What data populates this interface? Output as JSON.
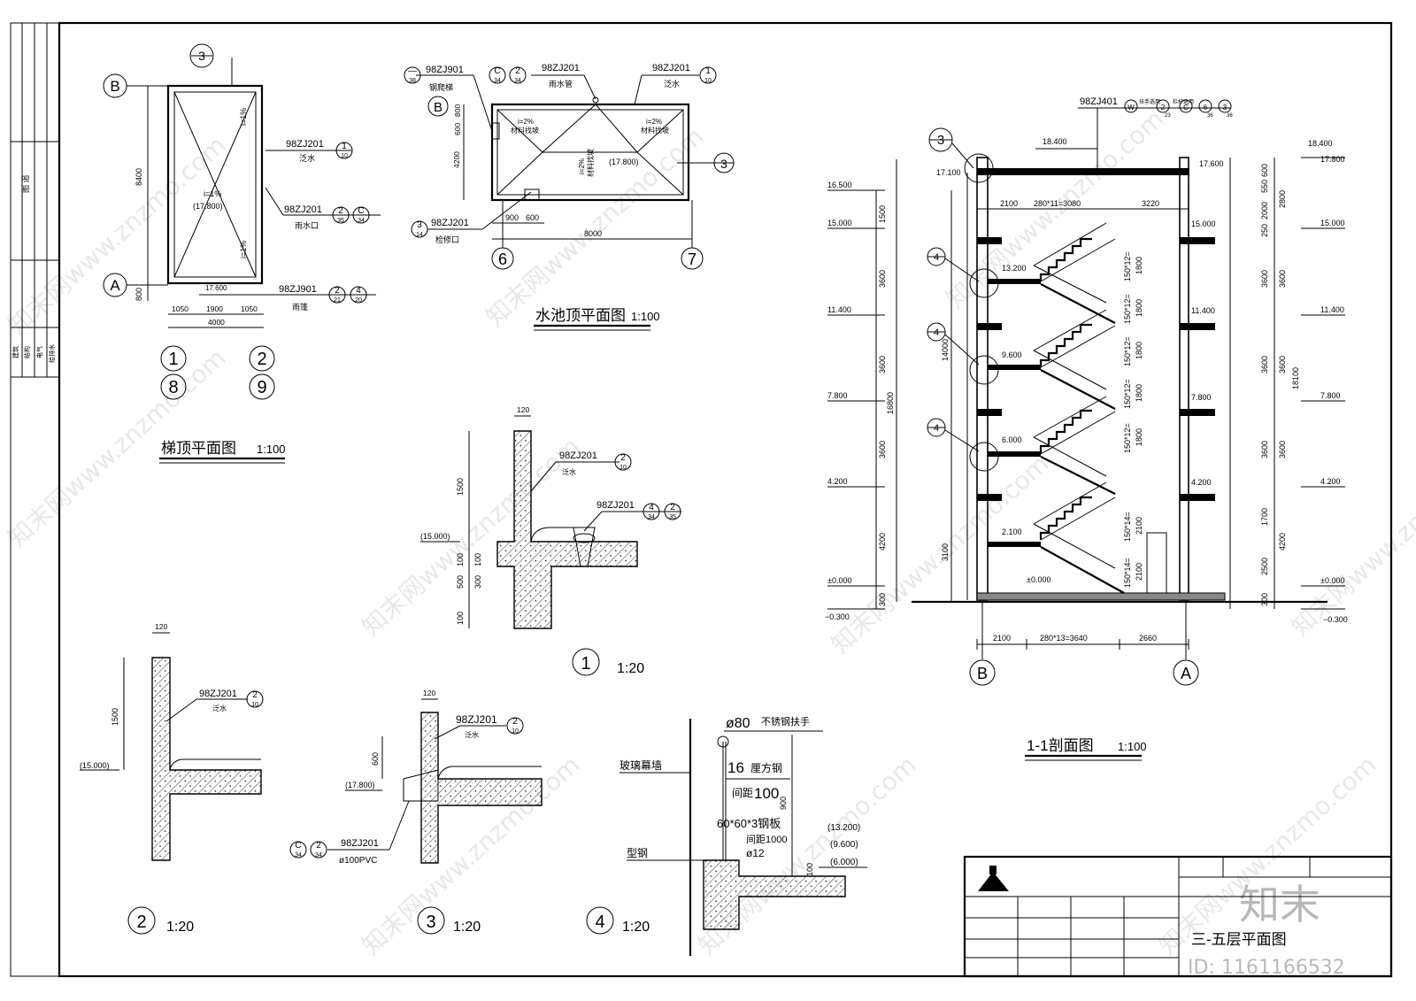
{
  "roof_plan": {
    "title": "梯顶平面图",
    "scale": "1:100",
    "axis_b": "B",
    "axis_a": "A",
    "axis_1": "1",
    "axis_2": "2",
    "axis_8": "8",
    "axis_9": "9",
    "slope1": "i=1%",
    "slope2": "i=1%",
    "slope3": "i=1%",
    "elev": "(17.800)",
    "elev_bottom": "17.600",
    "dim_height": "8400",
    "dim_800": "800",
    "dim_1050a": "1050",
    "dim_1900": "1900",
    "dim_1050b": "1050",
    "dim_4000": "4000",
    "ref_flash": "98ZJ201",
    "ref_flash_text": "泛水",
    "ref_flash_num": "1",
    "ref_flash_page": "10",
    "ref_drain": "98ZJ201",
    "ref_drain_text": "雨水口",
    "ref_drain_n1": "2",
    "ref_drain_p1": "35",
    "ref_drain_n2": "C",
    "ref_drain_p2": "34",
    "ref_canopy": "98ZJ901",
    "ref_canopy_text": "雨篷",
    "ref_canopy_n1": "2",
    "ref_canopy_p1": "21",
    "ref_canopy_n2": "4",
    "ref_canopy_p2": "20",
    "callout3": "3"
  },
  "tank_plan": {
    "title": "水池顶平面图",
    "scale": "1:100",
    "axis_b": "B",
    "axis_6": "6",
    "axis_7": "7",
    "ladder_ref": "98ZJ901",
    "ladder_text": "钢爬梯",
    "ladder_n": "—",
    "ladder_p": "38",
    "pipe_ref": "98ZJ201",
    "pipe_text": "雨水管",
    "pipe_n1": "C",
    "pipe_p1": "34",
    "pipe_n2": "2",
    "pipe_p2": "34",
    "flash_ref": "98ZJ201",
    "flash_text": "泛水",
    "flash_n": "1",
    "flash_p": "10",
    "hatch_ref": "98ZJ201",
    "hatch_text": "检修口",
    "hatch_n": "3",
    "hatch_p": "14",
    "slope_a": "i=2%",
    "slope_b": "i=2%",
    "slope_c": "i=2%",
    "mat": "材料找坡",
    "elev": "(17.800)",
    "dim_600": "600",
    "dim_800": "800",
    "dim_4200": "4200",
    "dim_900": "900",
    "dim_600b": "600",
    "dim_8000": "8000",
    "callout3": "3"
  },
  "detail1": {
    "label": "1",
    "scale": "1:20",
    "dim_120": "120",
    "dim_1500": "1500",
    "dim_100a": "100",
    "dim_100b": "100",
    "dim_300": "300",
    "dim_500": "500",
    "dim_100c": "100",
    "elev": "(15.000)",
    "ref_a": "98ZJ201",
    "ref_a_n": "2",
    "ref_a_p": "10",
    "ref_a_text": "泛水",
    "ref_b": "98ZJ201",
    "ref_b_n1": "4",
    "ref_b_p1": "34",
    "ref_b_n2": "2",
    "ref_b_p2": "35"
  },
  "detail2": {
    "label": "2",
    "scale": "1:20",
    "dim_120": "120",
    "dim_1500": "1500",
    "elev": "(15.000)",
    "ref": "98ZJ201",
    "ref_n": "2",
    "ref_p": "10",
    "ref_text": "泛水"
  },
  "detail3": {
    "label": "3",
    "scale": "1:20",
    "dim_120": "120",
    "dim_600": "600",
    "elev": "(17.800)",
    "ref": "98ZJ201",
    "ref_n": "2",
    "ref_p": "10",
    "ref_text": "泛水",
    "ref_b": "98ZJ201",
    "ref_b_n1": "C",
    "ref_b_p1": "34",
    "ref_b_n2": "2",
    "ref_b_p2": "34",
    "pvc": "ø100PVC"
  },
  "detail4": {
    "label": "4",
    "scale": "1:20",
    "handrail": "ø80",
    "handrail_text": "不锈钢扶手",
    "glass": "玻璃幕墙",
    "bar": "16",
    "bar_text": "厘方钢",
    "bar_spacing_label": "间距",
    "bar_spacing": "100",
    "plate": "60*60*3钢板",
    "plate_spacing": "间距1000",
    "plate_bar": "ø12",
    "steel": "型钢",
    "dim_900": "900",
    "dim_100": "100",
    "elev_a": "(13.200)",
    "elev_b": "(9.600)",
    "elev_c": "(6.000)"
  },
  "section": {
    "title": "1-1剖面图",
    "scale": "1:100",
    "top_ref": "98ZJ401",
    "top_tags": [
      "W",
      "2",
      "C",
      "6",
      "3"
    ],
    "top_pages": [
      "扶手选用",
      "23",
      "栏杆选用",
      "36",
      "36"
    ],
    "axis_b": "B",
    "axis_a": "A",
    "callout3": "3",
    "callouts4": [
      "4",
      "4",
      "4"
    ],
    "elev_left": [
      "16.500",
      "15.000",
      "11.400",
      "7.800",
      "4.200",
      "±0.000",
      "−0.300"
    ],
    "elev_right": [
      "18.400",
      "17.800",
      "15.000",
      "11.400",
      "7.800",
      "4.200",
      "±0.000",
      "−0.300"
    ],
    "inner_elevs": [
      "18.400",
      "17.100",
      "17.600",
      "15.000",
      "13.200",
      "11.400",
      "9.600",
      "7.800",
      "6.000",
      "4.200",
      "2.100",
      "±0.000"
    ],
    "left_dims": [
      "1500",
      "3600",
      "3600",
      "3600",
      "4200",
      "300"
    ],
    "left_inner_dims": [
      "14000",
      "16800",
      "3100"
    ],
    "right_dims": [
      "600",
      "550",
      "2000",
      "250",
      "3600",
      "3600",
      "3600",
      "1700",
      "2500",
      "300"
    ],
    "right_outer_dims": [
      "2800",
      "3600",
      "3600",
      "3600",
      "4200",
      "18100"
    ],
    "top_dims": [
      "2100",
      "280*11=3080",
      "3220"
    ],
    "bottom_dims": [
      "2100",
      "280*13=3640",
      "2660"
    ],
    "stair_dims": [
      "150*12=",
      "1800",
      "150*12=",
      "1800",
      "150*12=",
      "1800",
      "150*12=",
      "1800",
      "150*12=",
      "1800",
      "150*14=",
      "2100",
      "150*14=",
      "2100"
    ]
  },
  "title_block": {
    "drawing_name": "三-五层平面图"
  },
  "side_strip": {
    "label_top": "图 追",
    "disciplines": [
      "建筑",
      "结构",
      "电气",
      "给排水"
    ]
  },
  "watermark": {
    "text": "知末网www.znzmo.com",
    "brand": "知末",
    "id": "ID: 1161166532"
  }
}
